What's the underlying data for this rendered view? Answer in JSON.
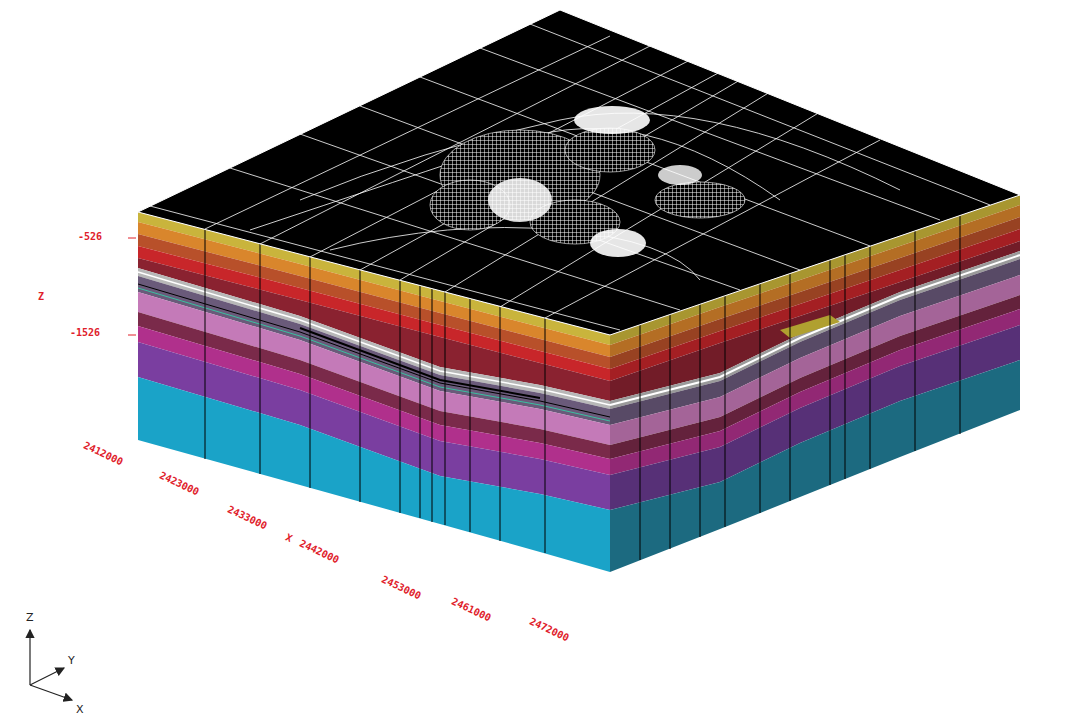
{
  "diagram": {
    "labels": [
      "-526",
      "Z",
      "-1526",
      "2412000",
      "2423000",
      "2433000",
      "X",
      "2442000",
      "2453000",
      "2461000",
      "2472000",
      "Z",
      "Y",
      "X"
    ]
  }
}
